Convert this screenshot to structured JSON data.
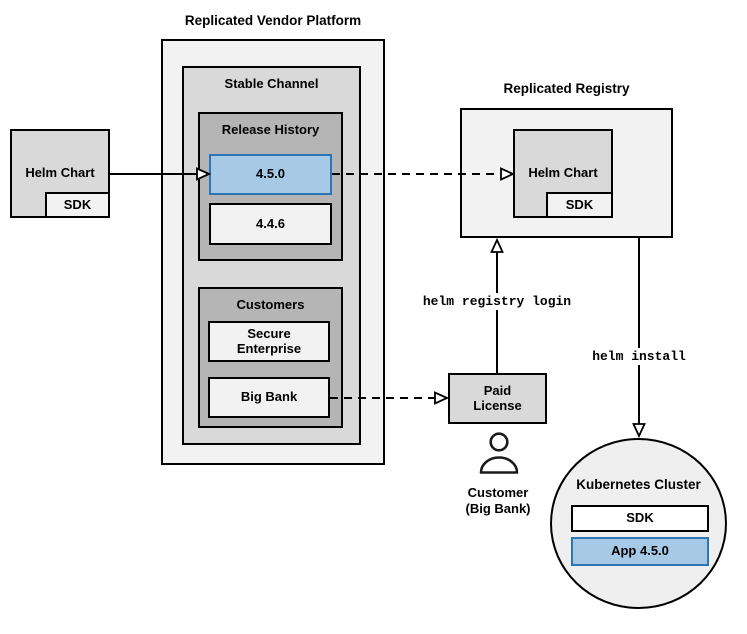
{
  "colors": {
    "outer_box_fill": "#f2f2f2",
    "medium_box_fill": "#d9d9d9",
    "dark_box_fill": "#b5b5b5",
    "circle_fill": "#efefef",
    "highlight_fill": "#a6c9e6",
    "highlight_border": "#2e75b6",
    "highlight_text": "#1b4e79",
    "line_color": "#000000"
  },
  "source_chart": {
    "label": "Helm Chart",
    "sdk_label": "SDK"
  },
  "platform": {
    "title": "Replicated Vendor Platform",
    "stable_channel": {
      "title": "Stable Channel",
      "release_history": {
        "title": "Release History",
        "releases": [
          {
            "version": "4.5.0",
            "highlighted": true
          },
          {
            "version": "4.4.6",
            "highlighted": false
          }
        ]
      },
      "customers": {
        "title": "Customers",
        "items": [
          {
            "name": "Secure Enterprise"
          },
          {
            "name": "Big Bank"
          }
        ]
      }
    }
  },
  "registry": {
    "title": "Replicated Registry",
    "helm_chart": {
      "label": "Helm Chart",
      "sdk_label": "SDK"
    }
  },
  "license": {
    "label": "Paid License"
  },
  "customer": {
    "name": "Customer",
    "detail": "(Big Bank)"
  },
  "commands": {
    "registry_login": "helm registry login",
    "install": "helm install"
  },
  "cluster": {
    "title": "Kubernetes Cluster",
    "sdk_label": "SDK",
    "app_label": "App 4.5.0"
  }
}
